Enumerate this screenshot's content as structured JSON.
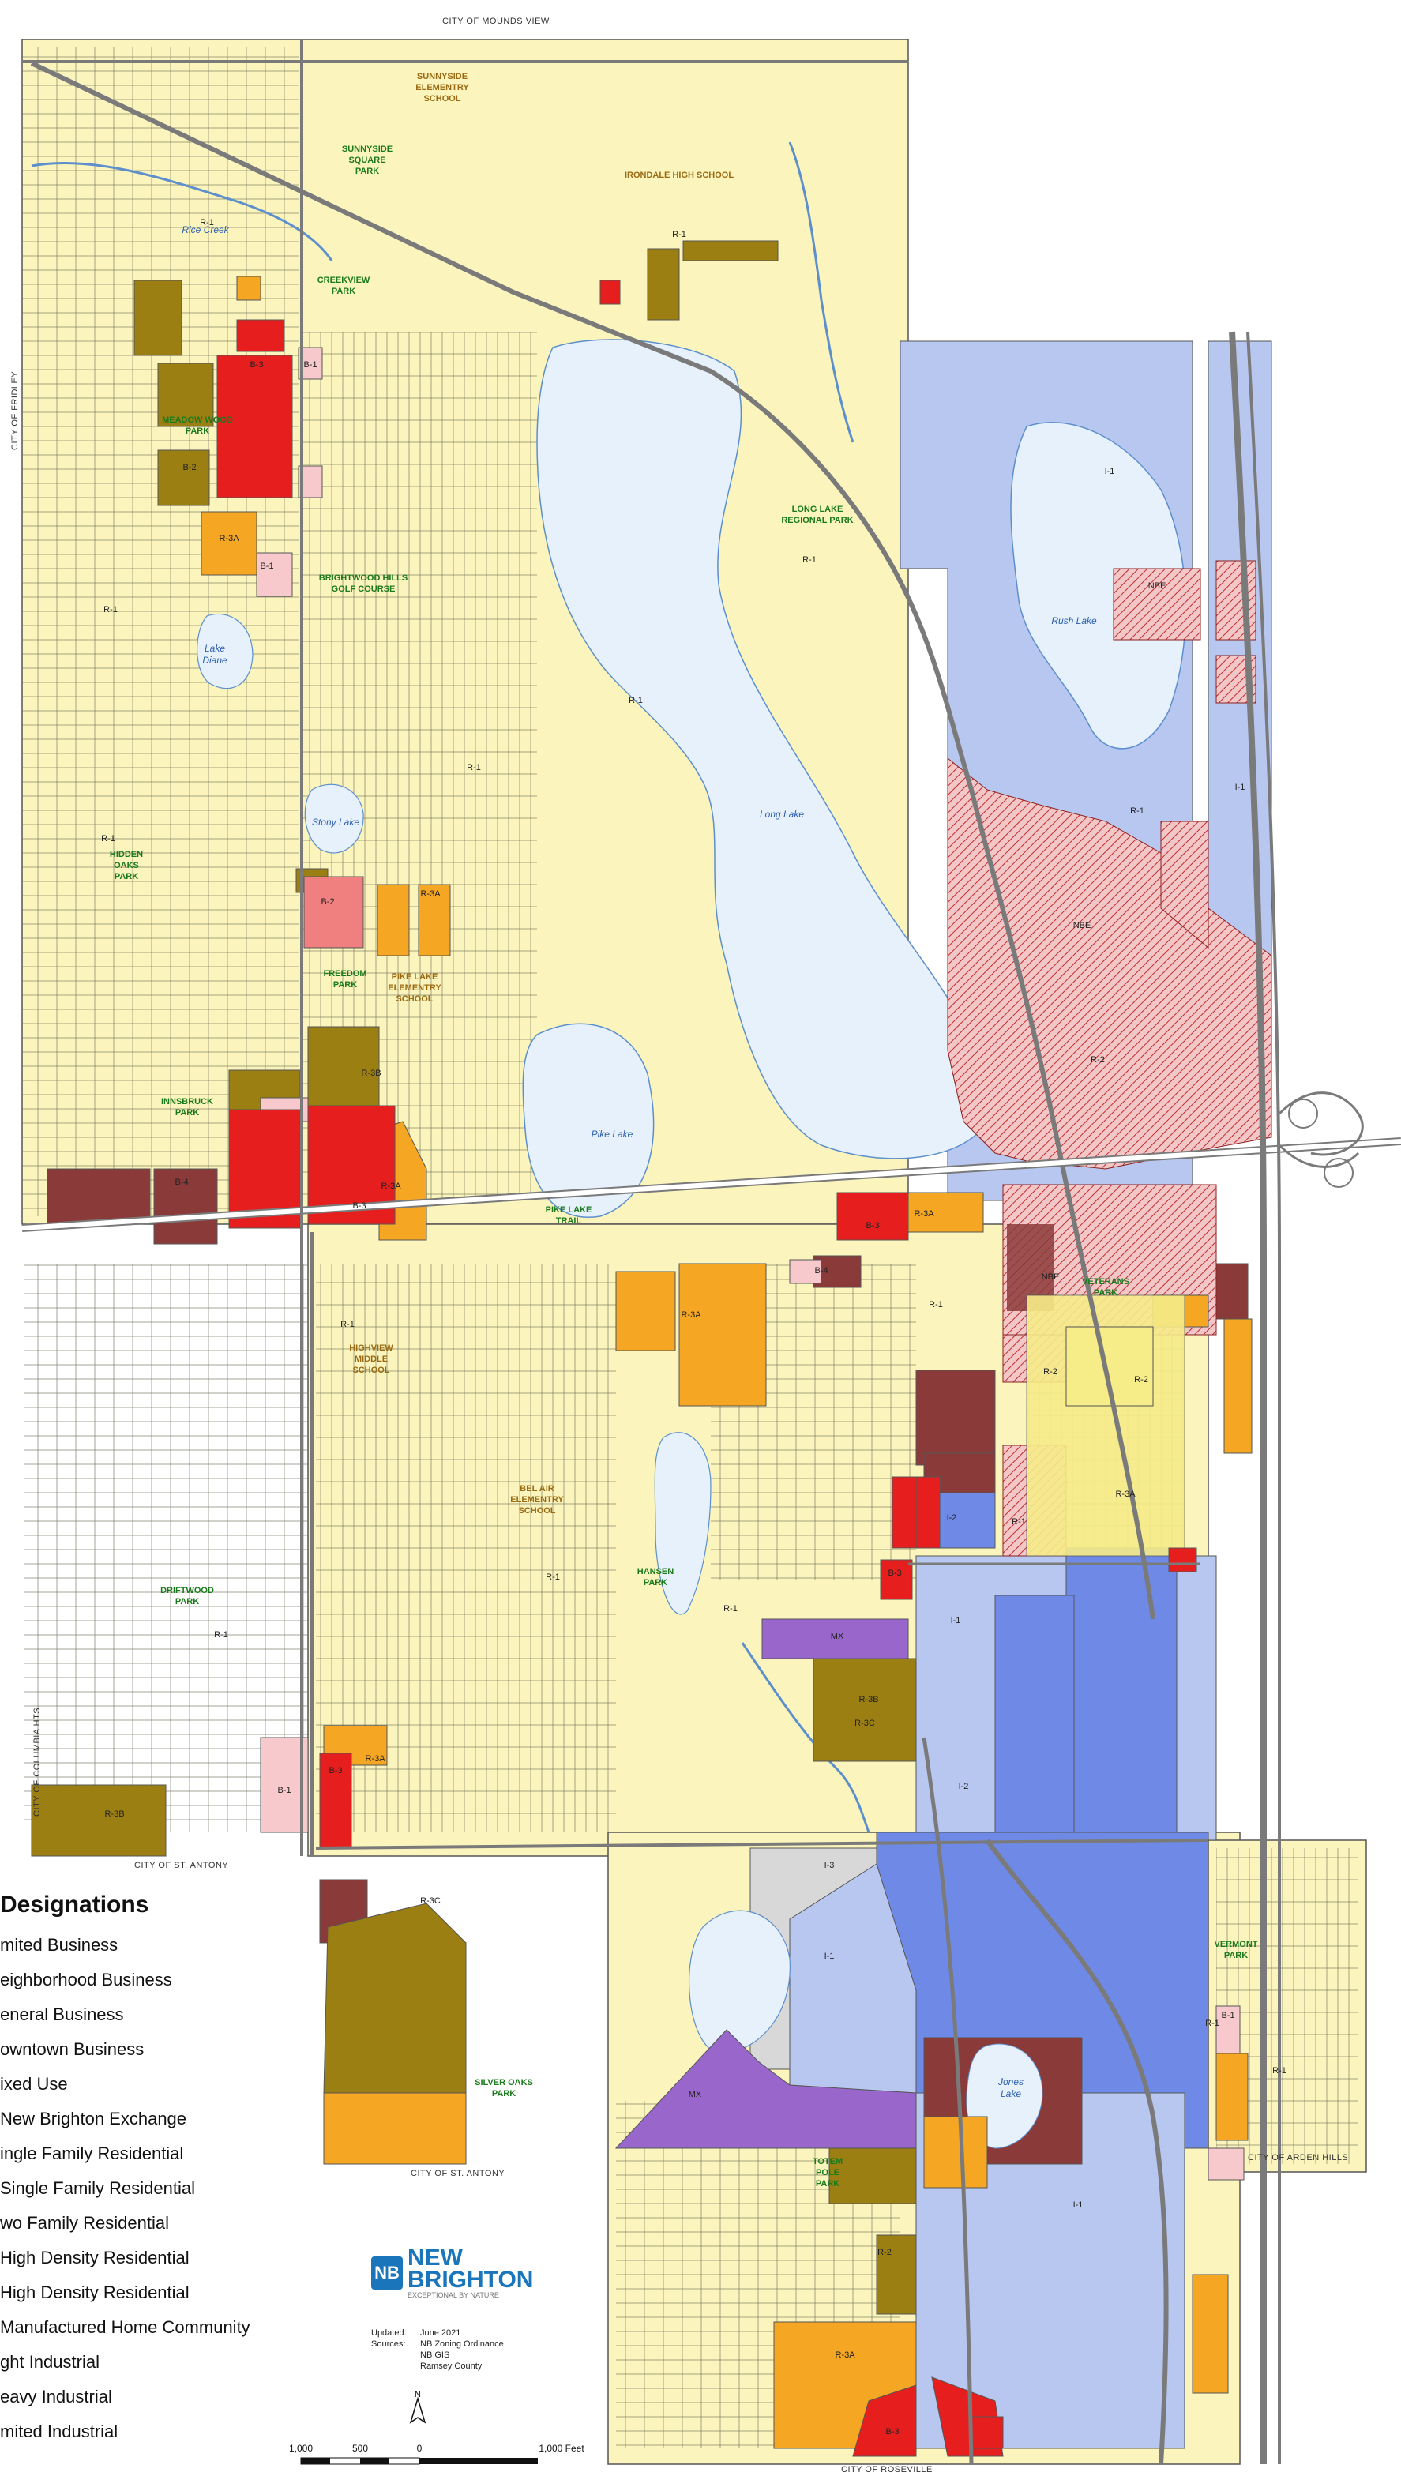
{
  "map": {
    "labels": {
      "city_north": "CITY OF MOUNDS VIEW",
      "city_west": "CITY OF FRIDLEY",
      "city_west2": "CITY OF COLUMBIA HTS.",
      "city_stanthony_1": "CITY OF ST. ANTONY",
      "city_stanthony_2": "CITY OF ST. ANTONY",
      "city_ardenhills": "CITY OF ARDEN HILLS",
      "city_roseville": "CITY OF ROSEVILLE"
    },
    "places": {
      "sunnyside_school": [
        "SUNNYSIDE",
        "ELEMENTRY",
        "SCHOOL"
      ],
      "irondale_hs": "IRONDALE HIGH SCHOOL",
      "sunnyside_park": [
        "SUNNYSIDE",
        "SQUARE",
        "PARK"
      ],
      "creekview_park": [
        "CREEKVIEW",
        "PARK"
      ],
      "meadow_wood_park": [
        "MEADOW WOOD",
        "PARK"
      ],
      "brightwood_golf": [
        "BRIGHTWOOD HILLS",
        "GOLF COURSE"
      ],
      "long_lake_park": [
        "LONG LAKE",
        "REGIONAL PARK"
      ],
      "hidden_oaks_park": [
        "HIDDEN",
        "OAKS",
        "PARK"
      ],
      "freedom_park": [
        "FREEDOM",
        "PARK"
      ],
      "pike_lake_school": [
        "PIKE LAKE",
        "ELEMENTRY",
        "SCHOOL"
      ],
      "innsbruck_park": [
        "INNSBRUCK",
        "PARK"
      ],
      "pike_lake_trail": [
        "PIKE LAKE",
        "TRAIL"
      ],
      "veterans_park": [
        "VETERANS",
        "PARK"
      ],
      "highview_school": [
        "HIGHVIEW",
        "MIDDLE",
        "SCHOOL"
      ],
      "bel_air_school": [
        "BEL AIR",
        "ELEMENTRY",
        "SCHOOL"
      ],
      "hansen_park": [
        "HANSEN",
        "PARK"
      ],
      "driftwood_park": [
        "DRIFTWOOD",
        "PARK"
      ],
      "silver_oaks_park": [
        "SILVER OAKS",
        "PARK"
      ],
      "totem_pole_park": [
        "TOTEM",
        "POLE",
        "PARK"
      ],
      "vermont_park": [
        "VERMONT",
        "PARK"
      ]
    },
    "water": {
      "lake_diane": [
        "Lake",
        "Diane"
      ],
      "stony_lake": "Stony Lake",
      "long_lake": "Long Lake",
      "rush_lake": "Rush Lake",
      "pike_lake": "Pike Lake",
      "jones_lake": [
        "Jones",
        "Lake"
      ],
      "rice_creek": "Rice Creek"
    },
    "zones": [
      "R-1",
      "R-1",
      "R-1",
      "R-1",
      "R-1",
      "R-1",
      "R-1",
      "R-1",
      "R-1",
      "R-1",
      "R-1",
      "R-1",
      "R-1",
      "R-1",
      "R-1",
      "R-1",
      "R-3A",
      "R-3A",
      "R-3A",
      "R-3A",
      "R-3A",
      "R-3A",
      "R-3A",
      "R-3A",
      "B-1",
      "B-1",
      "B-1",
      "B-1",
      "B-2",
      "B-2",
      "B-3",
      "B-3",
      "B-3",
      "B-3",
      "B-3",
      "B-3",
      "B-4",
      "B-4",
      "I-1",
      "I-1",
      "I-1",
      "I-1",
      "I-1",
      "I-2",
      "I-2",
      "I-3",
      "R-2",
      "R-2",
      "R-2",
      "R-2",
      "R-3B",
      "R-3B",
      "R-3B",
      "R-3C",
      "R-3C",
      "MX",
      "MX",
      "NBE",
      "NBE",
      "NBE"
    ],
    "colors": {
      "r1": "#fbf5bd",
      "r2": "#f6ec88",
      "r3a": "#f5a623",
      "r3b": "#9b7f12",
      "r3c": "#8a5a5a",
      "b1": "#f7c9cc",
      "b2": "#f08080",
      "b3": "#e61e1e",
      "b4": "#8b3a3a",
      "mx": "#9966cc",
      "nbe": "#b03030",
      "i1": "#b8c7ef",
      "i2": "#6e8ae6",
      "i3": "#d8d8d8",
      "water": "#e6f1fb",
      "road": "#7a7a7a"
    }
  },
  "legend": {
    "title": "Designations",
    "items": [
      "mited Business",
      "eighborhood Business",
      "eneral Business",
      "owntown Business",
      "ixed Use",
      "New Brighton Exchange",
      "ingle Family Residential",
      "Single Family Residential",
      "wo Family Residential",
      "High Density Residential",
      "High Density Residential",
      "Manufactured Home Community",
      "ght Industrial",
      "eavy Industrial",
      "mited Industrial"
    ]
  },
  "info": {
    "logo_line1": "NEW",
    "logo_line2": "BRIGHTON",
    "logo_mark": "NB",
    "logo_sub": "EXCEPTIONAL BY NATURE",
    "updated_label": "Updated:",
    "updated_value": "June 2021",
    "sources_label": "Sources:",
    "sources": [
      "NB Zoning Ordinance",
      "NB GIS",
      "Ramsey County"
    ]
  },
  "scale": {
    "labels": [
      "1,000",
      "500",
      "0",
      "1,000 Feet"
    ],
    "north": "N"
  }
}
